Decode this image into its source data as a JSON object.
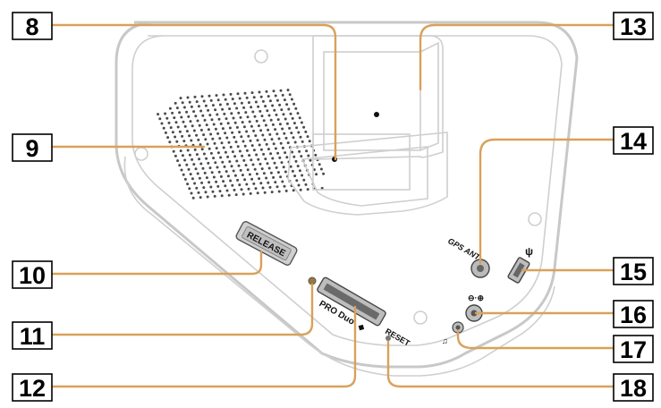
{
  "callouts": [
    {
      "id": "8",
      "label": "8"
    },
    {
      "id": "9",
      "label": "9"
    },
    {
      "id": "10",
      "label": "10"
    },
    {
      "id": "11",
      "label": "11"
    },
    {
      "id": "12",
      "label": "12"
    },
    {
      "id": "13",
      "label": "13"
    },
    {
      "id": "14",
      "label": "14"
    },
    {
      "id": "15",
      "label": "15"
    },
    {
      "id": "16",
      "label": "16"
    },
    {
      "id": "17",
      "label": "17"
    },
    {
      "id": "18",
      "label": "18"
    }
  ],
  "device_labels": {
    "release": "RELEASE",
    "gps_ant": "GPS ANT",
    "pro_duo": "PRO Duo",
    "reset": "RESET"
  },
  "colors": {
    "leader": "#d9a15a",
    "outline": "#c8c8c8",
    "number_box": "#000000"
  }
}
